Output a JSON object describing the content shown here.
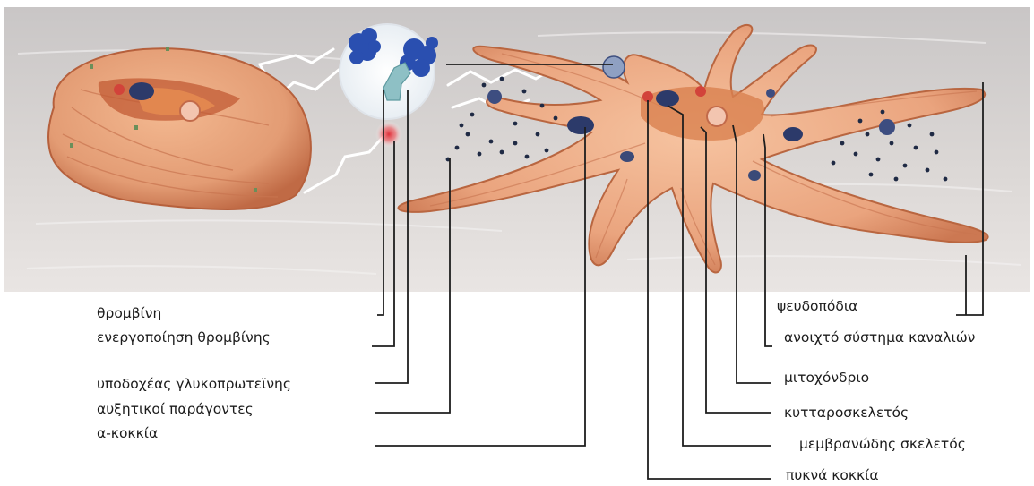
{
  "labels": {
    "thrombin": "θρομβίνη",
    "thrombin_activation": "ενεργοποίηση θρομβίνης",
    "glycoprotein_receptor": "υποδοχέας γλυκοπρωτεϊνης",
    "growth_factors": "αυξητικοί παράγοντες",
    "alpha_granules": "α-κοκκία",
    "pseudopodia": "ψευδοπόδια",
    "open_canalicular_system": "ανοιχτό σύστημα καναλιών",
    "mitochondrion": "μιτοχόνδριο",
    "cytoskeleton": "κυτταροσκελετός",
    "membrane_skeleton": "μεμβρανώδης σκελετός",
    "dense_granules": "πυκνά κοκκία"
  },
  "colors": {
    "background_top": "#cdc9c7",
    "background_bottom": "#e7e3e1",
    "platelet_fill": "#e9a27c",
    "platelet_shadow": "#b9623e",
    "granule_dark": "#2c3a6a",
    "granule_red": "#d2433a",
    "receptor_blue": "#2a4fb0",
    "leader_line": "#1e1e1e"
  }
}
